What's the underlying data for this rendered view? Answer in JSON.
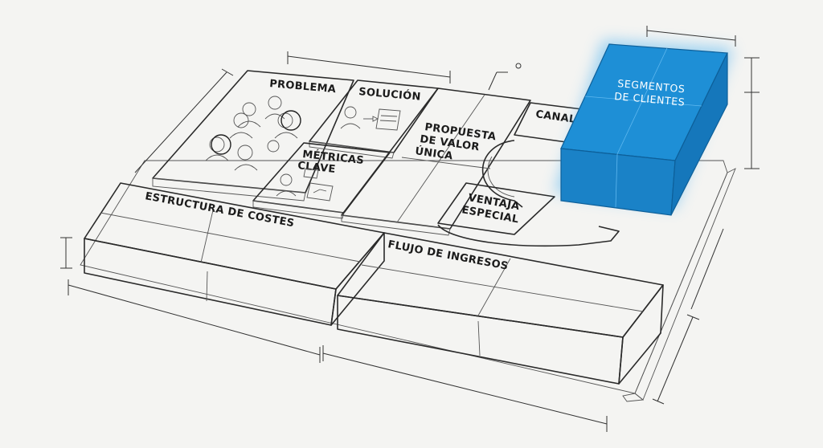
{
  "blocks": {
    "problema": "PROBLEMA",
    "solucion": "SOLUCIÓN",
    "metricas_line1": "MÉTRICAS",
    "metricas_line2": "CLAVE",
    "propuesta_line1": "PROPUESTA",
    "propuesta_line2": "DE VALOR",
    "propuesta_line3": "ÚNICA",
    "canales": "CANALES",
    "ventaja_line1": "VENTAJA",
    "ventaja_line2": "ESPECIAL",
    "segmentos_line1": "SEGMENTOS",
    "segmentos_line2": "DE CLIENTES",
    "estructura": "ESTRUCTURA DE COSTES",
    "flujo": "FLUJO DE INGRESOS"
  },
  "colors": {
    "highlight": "#1e8fd6",
    "highlight_side": "#1577bb",
    "highlight_glow": "#4fb3f0",
    "paper": "#f4f4f2",
    "ink": "#2a2a2a"
  }
}
